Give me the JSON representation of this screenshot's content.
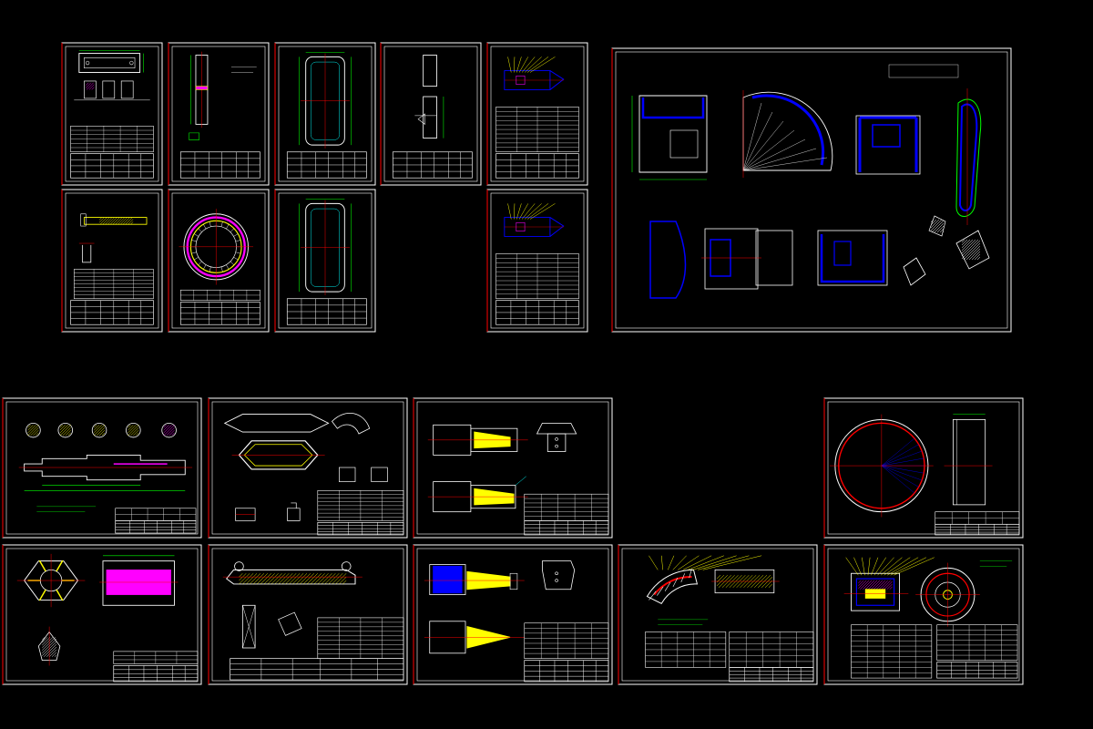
{
  "palette": {
    "background": "#000000",
    "frame": "#ffffff",
    "cut_line": "#ff0000",
    "outline": "#ffffff",
    "dimension": "#00ff00",
    "hatch": "#ffff00",
    "section": "#0000ff",
    "centerline": "#ff0000",
    "accent": "#ff00ff",
    "leader": "#00ffff"
  },
  "sheets": [
    {
      "id": "s01",
      "art": "flange-plate"
    },
    {
      "id": "s02",
      "art": "rod-vertical"
    },
    {
      "id": "s03",
      "art": "rounded-frame"
    },
    {
      "id": "s04",
      "art": "bars-offset"
    },
    {
      "id": "s05",
      "art": "wedge-schedule"
    },
    {
      "id": "s06",
      "art": "channel-part"
    },
    {
      "id": "s07",
      "art": "ring-gear"
    },
    {
      "id": "s08",
      "art": "rounded-frame"
    },
    {
      "id": "s09",
      "art": "wedge-schedule"
    },
    {
      "id": "s10",
      "art": "casting-assembly"
    },
    {
      "id": "s11",
      "art": "shaft"
    },
    {
      "id": "s12",
      "art": "hex-frame"
    },
    {
      "id": "s13",
      "art": "cone-cylinder"
    },
    {
      "id": "s14",
      "art": "ring-flat"
    },
    {
      "id": "s15",
      "art": "hex-nut-section"
    },
    {
      "id": "s16",
      "art": "beam-assembly"
    },
    {
      "id": "s17",
      "art": "cone-cylinder-alt"
    },
    {
      "id": "s18",
      "art": "arc-segment"
    },
    {
      "id": "s19",
      "art": "motor-assembly"
    }
  ]
}
